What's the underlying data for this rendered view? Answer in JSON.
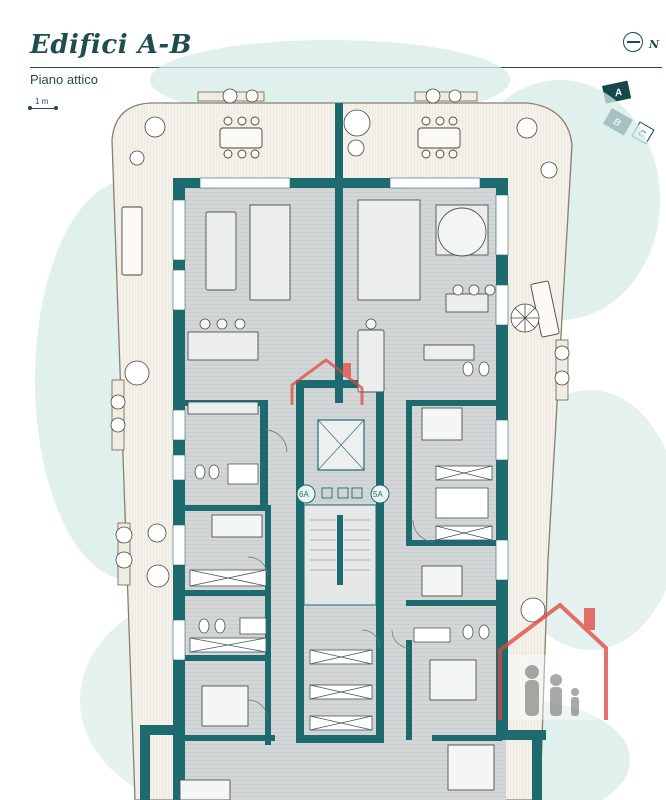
{
  "header": {
    "title": "Edifici A-B",
    "subtitle": "Piano attico",
    "scale_label": "1 m",
    "north_label": "N"
  },
  "key_plan": {
    "blocks": [
      {
        "label": "A",
        "active": true
      },
      {
        "label": "B",
        "active": true
      },
      {
        "label": "C",
        "active": false
      }
    ]
  },
  "stairs": {
    "left_label": "6A",
    "right_label": "5A"
  },
  "colors": {
    "wall": "#1e6b6f",
    "accent": "#1f4d4f",
    "floor": "#cfd3d3",
    "watercolor": "#cfe6e2",
    "watermark": "#e0443a"
  }
}
